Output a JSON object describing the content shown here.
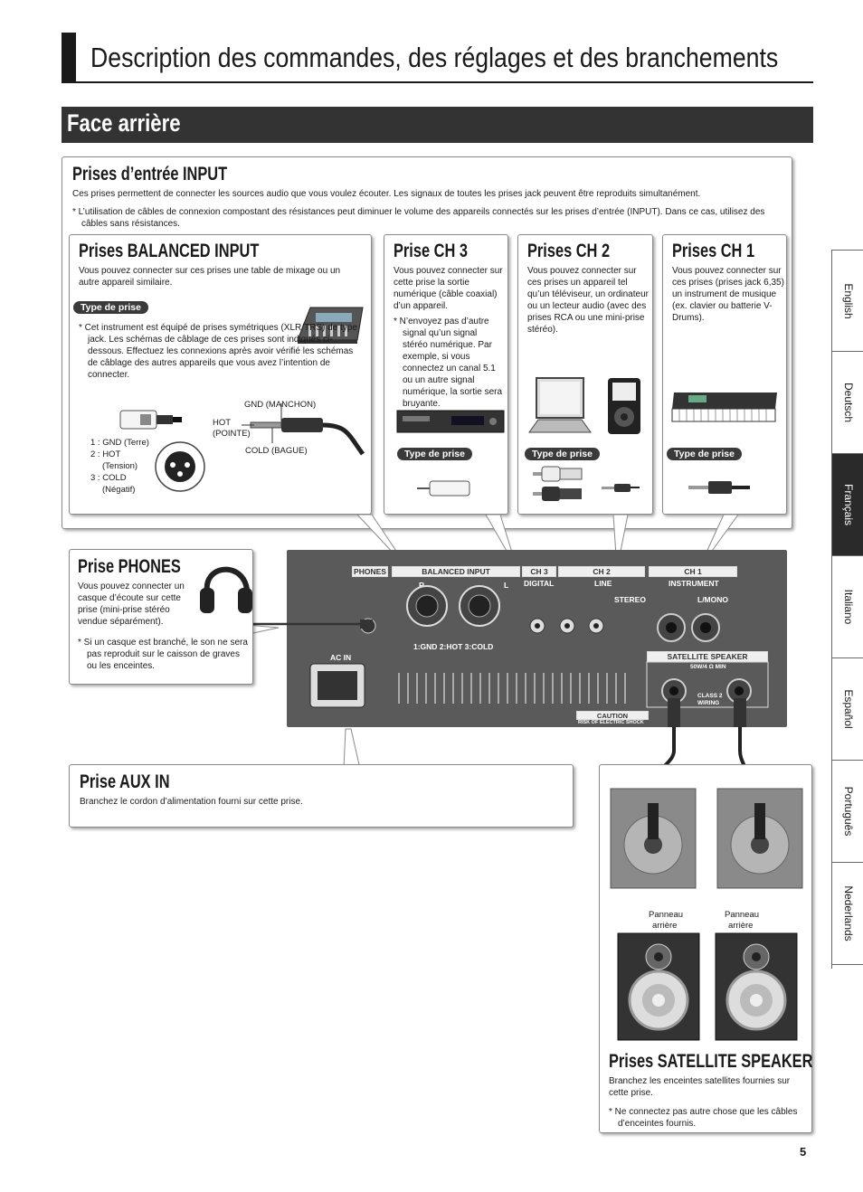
{
  "header": {
    "title": "Description des commandes, des réglages et des branchements"
  },
  "section": {
    "title": "Face arrière"
  },
  "input": {
    "title": "Prises d’entrée INPUT",
    "desc": "Ces prises permettent de connecter les sources audio que vous voulez écouter. Les signaux de toutes les prises jack peuvent être reproduits simultanément.",
    "note": "*  L’utilisation de câbles de connexion compostant des résistances peut diminuer le volume des appareils connectés sur les prises d’entrée (INPUT). Dans ce cas, utilisez des câbles sans résistances."
  },
  "balanced": {
    "title": "Prises BALANCED INPUT",
    "desc": "Vous pouvez connecter sur ces prises une table de mixage ou un autre appareil similaire.",
    "plug_type": "Type de prise",
    "note": "*  Cet instrument est équipé de prises symétriques (XLR/TRS) de type jack. Les schémas de câblage de ces prises sont indiqués ci-dessous. Effectuez les connexions après avoir vérifié les schémas de câblage des autres appareils que vous avez l’intention de connecter.",
    "gnd_sleeve": "GND (MANCHON)",
    "hot_tip_1": "HOT",
    "hot_tip_2": "(POINTE)",
    "cold_ring": "COLD (BAGUE)",
    "pin1": "1 : GND (Terre)",
    "pin2": "2 : HOT",
    "pin2b": "(Tension)",
    "pin3": "3 : COLD",
    "pin3b": "(Négatif)"
  },
  "ch3": {
    "title": "Prise CH 3",
    "desc": "Vous pouvez connecter sur cette prise la sortie numérique (câble coaxial) d’un appareil.",
    "note": "*  N’envoyez pas d’autre signal qu’un signal stéréo numérique. Par exemple, si vous connectez un canal 5.1 ou un autre signal numérique, la sortie sera bruyante.",
    "plug_type": "Type de prise"
  },
  "ch2": {
    "title": "Prises CH 2",
    "desc": "Vous pouvez connecter sur ces prises un appareil tel qu’un téléviseur, un ordinateur ou un lecteur audio (avec des prises RCA ou une mini-prise stéréo).",
    "plug_type": "Type de prise"
  },
  "ch1": {
    "title": "Prises CH 1",
    "desc": "Vous pouvez connecter sur ces prises (prises jack 6,35) un instrument de musique (ex. clavier ou batterie V-Drums).",
    "plug_type": "Type de prise"
  },
  "phones": {
    "title": "Prise PHONES",
    "desc": "Vous pouvez connecter un casque d’écoute sur cette prise (mini-prise stéréo vendue séparément).",
    "note": "*  Si un casque est branché, le son ne sera pas reproduit sur le caisson de graves ou les enceintes."
  },
  "auxin": {
    "title": "Prise AUX IN",
    "desc": "Branchez le cordon d’alimentation fourni sur cette prise."
  },
  "satellite": {
    "title": "Prises SATELLITE SPEAKER",
    "desc": "Branchez les enceintes satellites fournies sur cette prise.",
    "note": "*  Ne connectez pas autre chose que les câbles d’enceintes fournis.",
    "rear_panel_1": "Panneau",
    "rear_panel_2": "arrière"
  },
  "rear_panel": {
    "phones": "PHONES",
    "balanced_input": "BALANCED INPUT",
    "ch3": "CH 3",
    "digital": "DIGITAL",
    "ch2": "CH 2",
    "line": "LINE",
    "ch1": "CH 1",
    "instrument": "INSTRUMENT",
    "r": "R",
    "l": "L",
    "stereo": "STEREO",
    "l_mono": "L/MONO",
    "pins": "1:GND  2:HOT  3:COLD",
    "ac_in": "AC IN",
    "satellite_speaker": "SATELLITE SPEAKER",
    "impedance": "50W/4 Ω MIN",
    "class2": "CLASS 2",
    "wiring": "WIRING",
    "caution": "CAUTION",
    "risk": "RISK OF ELECTRIC SHOCK"
  },
  "tabs": [
    "English",
    "Deutsch",
    "Français",
    "Italiano",
    "Español",
    "Português",
    "Nederlands"
  ],
  "page_number": "5"
}
